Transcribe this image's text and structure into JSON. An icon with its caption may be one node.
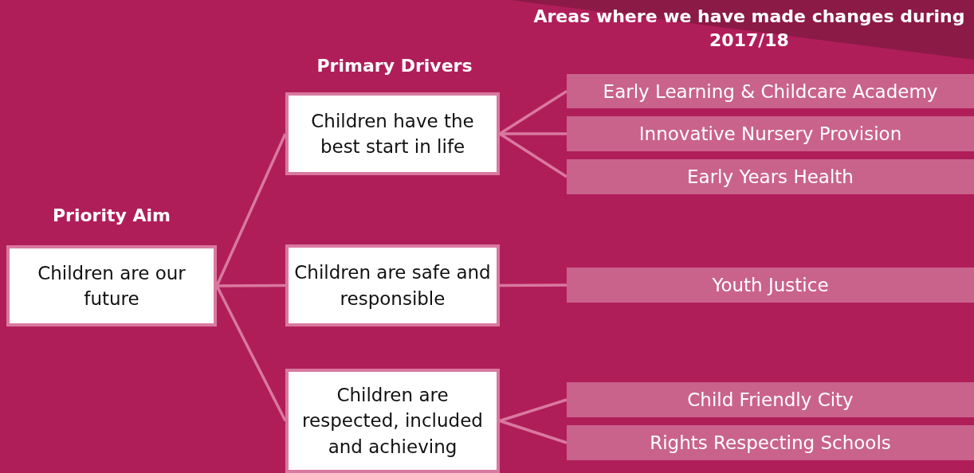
{
  "diagram": {
    "nodes": [
      {
        "text": [
          "Children are our future"
        ]
      },
      {
        "text": [
          "Children have the best start in life"
        ]
      },
      {
        "text": [
          "Children are safe and responsible"
        ]
      },
      {
        "text": [
          "Children are respected, included and achieving"
        ]
      },
      {
        "text": [
          "Early Learning & Childcare Academy"
        ]
      },
      {
        "text": [
          "Innovative Nursery Provision"
        ]
      },
      {
        "text": [
          "Early Years Health"
        ]
      },
      {
        "text": [
          "Youth Justice"
        ]
      },
      {
        "text": [
          "Child Friendly City"
        ]
      },
      {
        "text": [
          "Rights Respecting Schools"
        ]
      }
    ],
    "edges": [
      {
        "from": 0,
        "to": 1,
        "arrow": "none"
      },
      {
        "from": 0,
        "to": 2,
        "arrow": "none"
      },
      {
        "from": 0,
        "to": 3,
        "arrow": "none"
      },
      {
        "from": 1,
        "to": 4,
        "arrow": "none"
      },
      {
        "from": 1,
        "to": 5,
        "arrow": "none"
      },
      {
        "from": 1,
        "to": 6,
        "arrow": "none"
      },
      {
        "from": 2,
        "to": 7,
        "arrow": "none"
      },
      {
        "from": 3,
        "to": 8,
        "arrow": "none"
      },
      {
        "from": 3,
        "to": 9,
        "arrow": "none"
      }
    ],
    "labels": [
      "Areas where we have made changes during 2017/18",
      "Primary Drivers",
      "Priority Aim"
    ]
  }
}
